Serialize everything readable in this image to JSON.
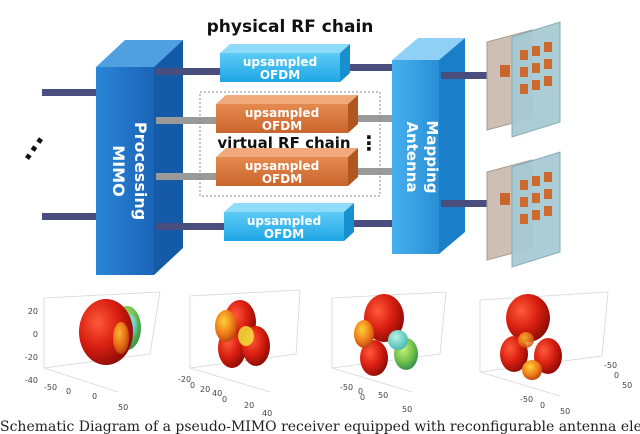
{
  "diagram": {
    "physical_chain_label": "physical RF chain",
    "virtual_chain_label": "virtual RF chain",
    "mimo_label": "MIMO Processing",
    "mimo_label_line1": "MIMO",
    "mimo_label_line2": "Processing",
    "antenna_label_line1": "Antenna",
    "antenna_label_line2": "Mapping",
    "block_line1": "upsampled",
    "block_line2": "OFDM",
    "input_ellipsis": "...",
    "virtual_ellipsis": "⋮",
    "colors": {
      "mimo_block": "#1e72c8",
      "antenna_block": "#2d9be0",
      "physical_chain": "#27b0ee",
      "virtual_chain": "#d9733a",
      "connector": "#4a4e7e",
      "virtual_connector": "#9a9a9a"
    }
  },
  "patterns": {
    "panels": [
      {
        "z_ticks": [
          "20",
          "0",
          "-20",
          "-40"
        ],
        "x_ticks": [
          "0",
          "50"
        ],
        "y_ticks": [
          "-50",
          "0",
          "50"
        ]
      },
      {
        "z_ticks": [],
        "x_ticks": [
          "0",
          "20",
          "40"
        ],
        "y_ticks": [
          "-20",
          "0",
          "20",
          "40"
        ]
      },
      {
        "z_ticks": [],
        "x_ticks": [
          "0",
          "50"
        ],
        "y_ticks": [
          "-50",
          "0",
          "50"
        ]
      },
      {
        "z_ticks": [],
        "x_ticks": [
          "-50",
          "0",
          "50"
        ],
        "y_ticks": [
          "-50",
          "0",
          "50"
        ]
      }
    ]
  },
  "caption": "Schematic Diagram of a pseudo-MIMO receiver equipped with reconfigurable antenna elements"
}
